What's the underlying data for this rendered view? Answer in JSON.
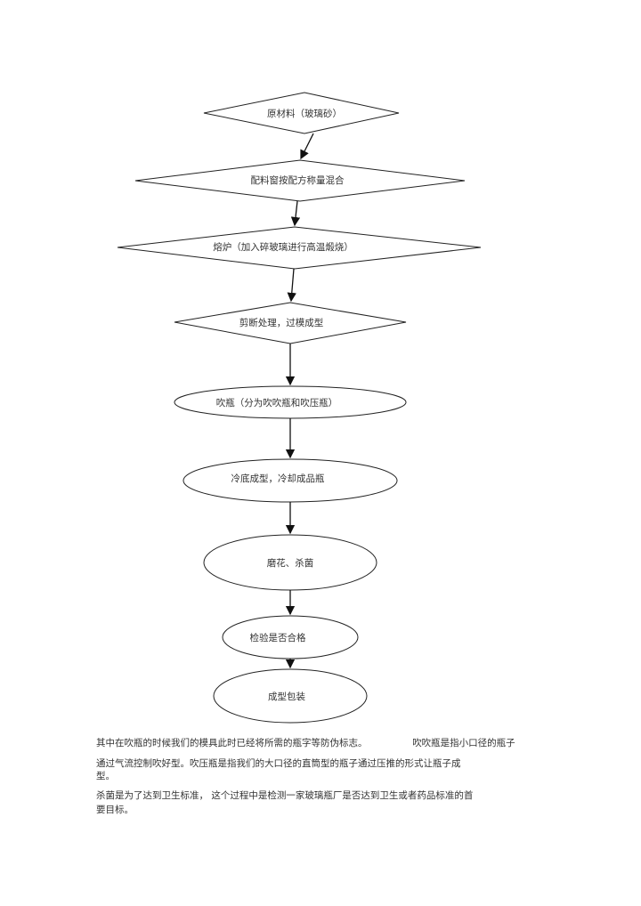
{
  "flowchart": {
    "steps": [
      "原材料（玻璃砂）",
      "配料窗按配方称量混合",
      "熔炉（加入碎玻璃进行高温煅烧）",
      "剪断处理，过模成型",
      "吹瓶（分为吹吹瓶和吹压瓶）",
      "冷底成型，冷却成品瓶",
      "磨花、杀菌",
      "检验是否合格",
      "成型包装"
    ]
  },
  "paragraphs": {
    "p1a": "其中在吹瓶的时候我们的模具此时已经将所需的瓶字等防伪标志。",
    "p1b": "吹吹瓶是指小口径的瓶子",
    "p2": "通过气流控制吹好型。吹压瓶是指我们的大口径的直筒型的瓶子通过压推的形式让瓶子成",
    "p2b": "型。",
    "p3": "杀菌是为了达到卫生标准， 这个过程中是检测一家玻璃瓶厂是否达到卫生或者药品标准的首",
    "p3b": "要目标。"
  }
}
